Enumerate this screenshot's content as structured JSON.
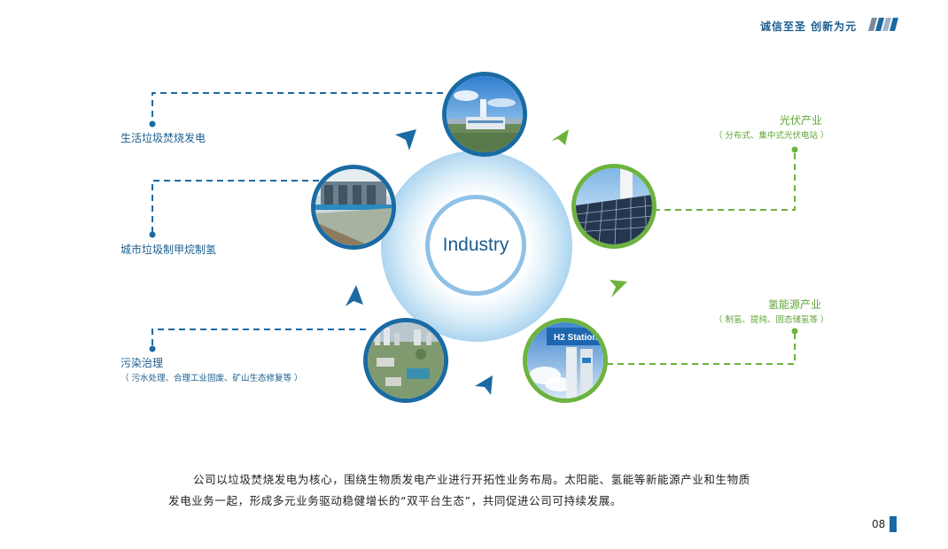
{
  "header": {
    "slogan": "诚信至圣  创新为元",
    "stripe_colors": [
      "#7a8a99",
      "#1a6aa3",
      "#9fb4c6",
      "#1a6aa3"
    ]
  },
  "center": {
    "label": "Industry"
  },
  "left_items": [
    {
      "title": "生活垃圾焚烧发电",
      "subtitle": ""
    },
    {
      "title": "城市垃圾制甲烷制氢",
      "subtitle": ""
    },
    {
      "title": "污染治理",
      "subtitle": "（ 污水处理、合理工业固废、矿山生态修复等 ）"
    }
  ],
  "right_items": [
    {
      "title": "光伏产业",
      "subtitle": "（ 分布式、集中式光伏电站 ）"
    },
    {
      "title": "氢能源产业",
      "subtitle": "（ 制氢、提纯、固态储氢等 ）"
    }
  ],
  "photos": {
    "incineration_plant": "power-plant-photo",
    "waste_to_hydrogen": "facility-photo",
    "pollution_control": "city-aerial-photo",
    "solar": "solar-panel-photo",
    "hydrogen_station": "h2-station-photo",
    "h2_sign": "H2 Station"
  },
  "paragraph": {
    "line1": "公司以垃圾焚烧发电为核心，围绕生物质发电产业进行开拓性业务布局。太阳能、氢能等新能源产业和生物质",
    "line2": "发电业务一起，形成多元业务驱动稳健增长的“双平台生态”，共同促进公司可持续发展。"
  },
  "page_number": "08",
  "colors": {
    "blue": "#1a6aa3",
    "green": "#6db33f",
    "text": "#222222"
  }
}
